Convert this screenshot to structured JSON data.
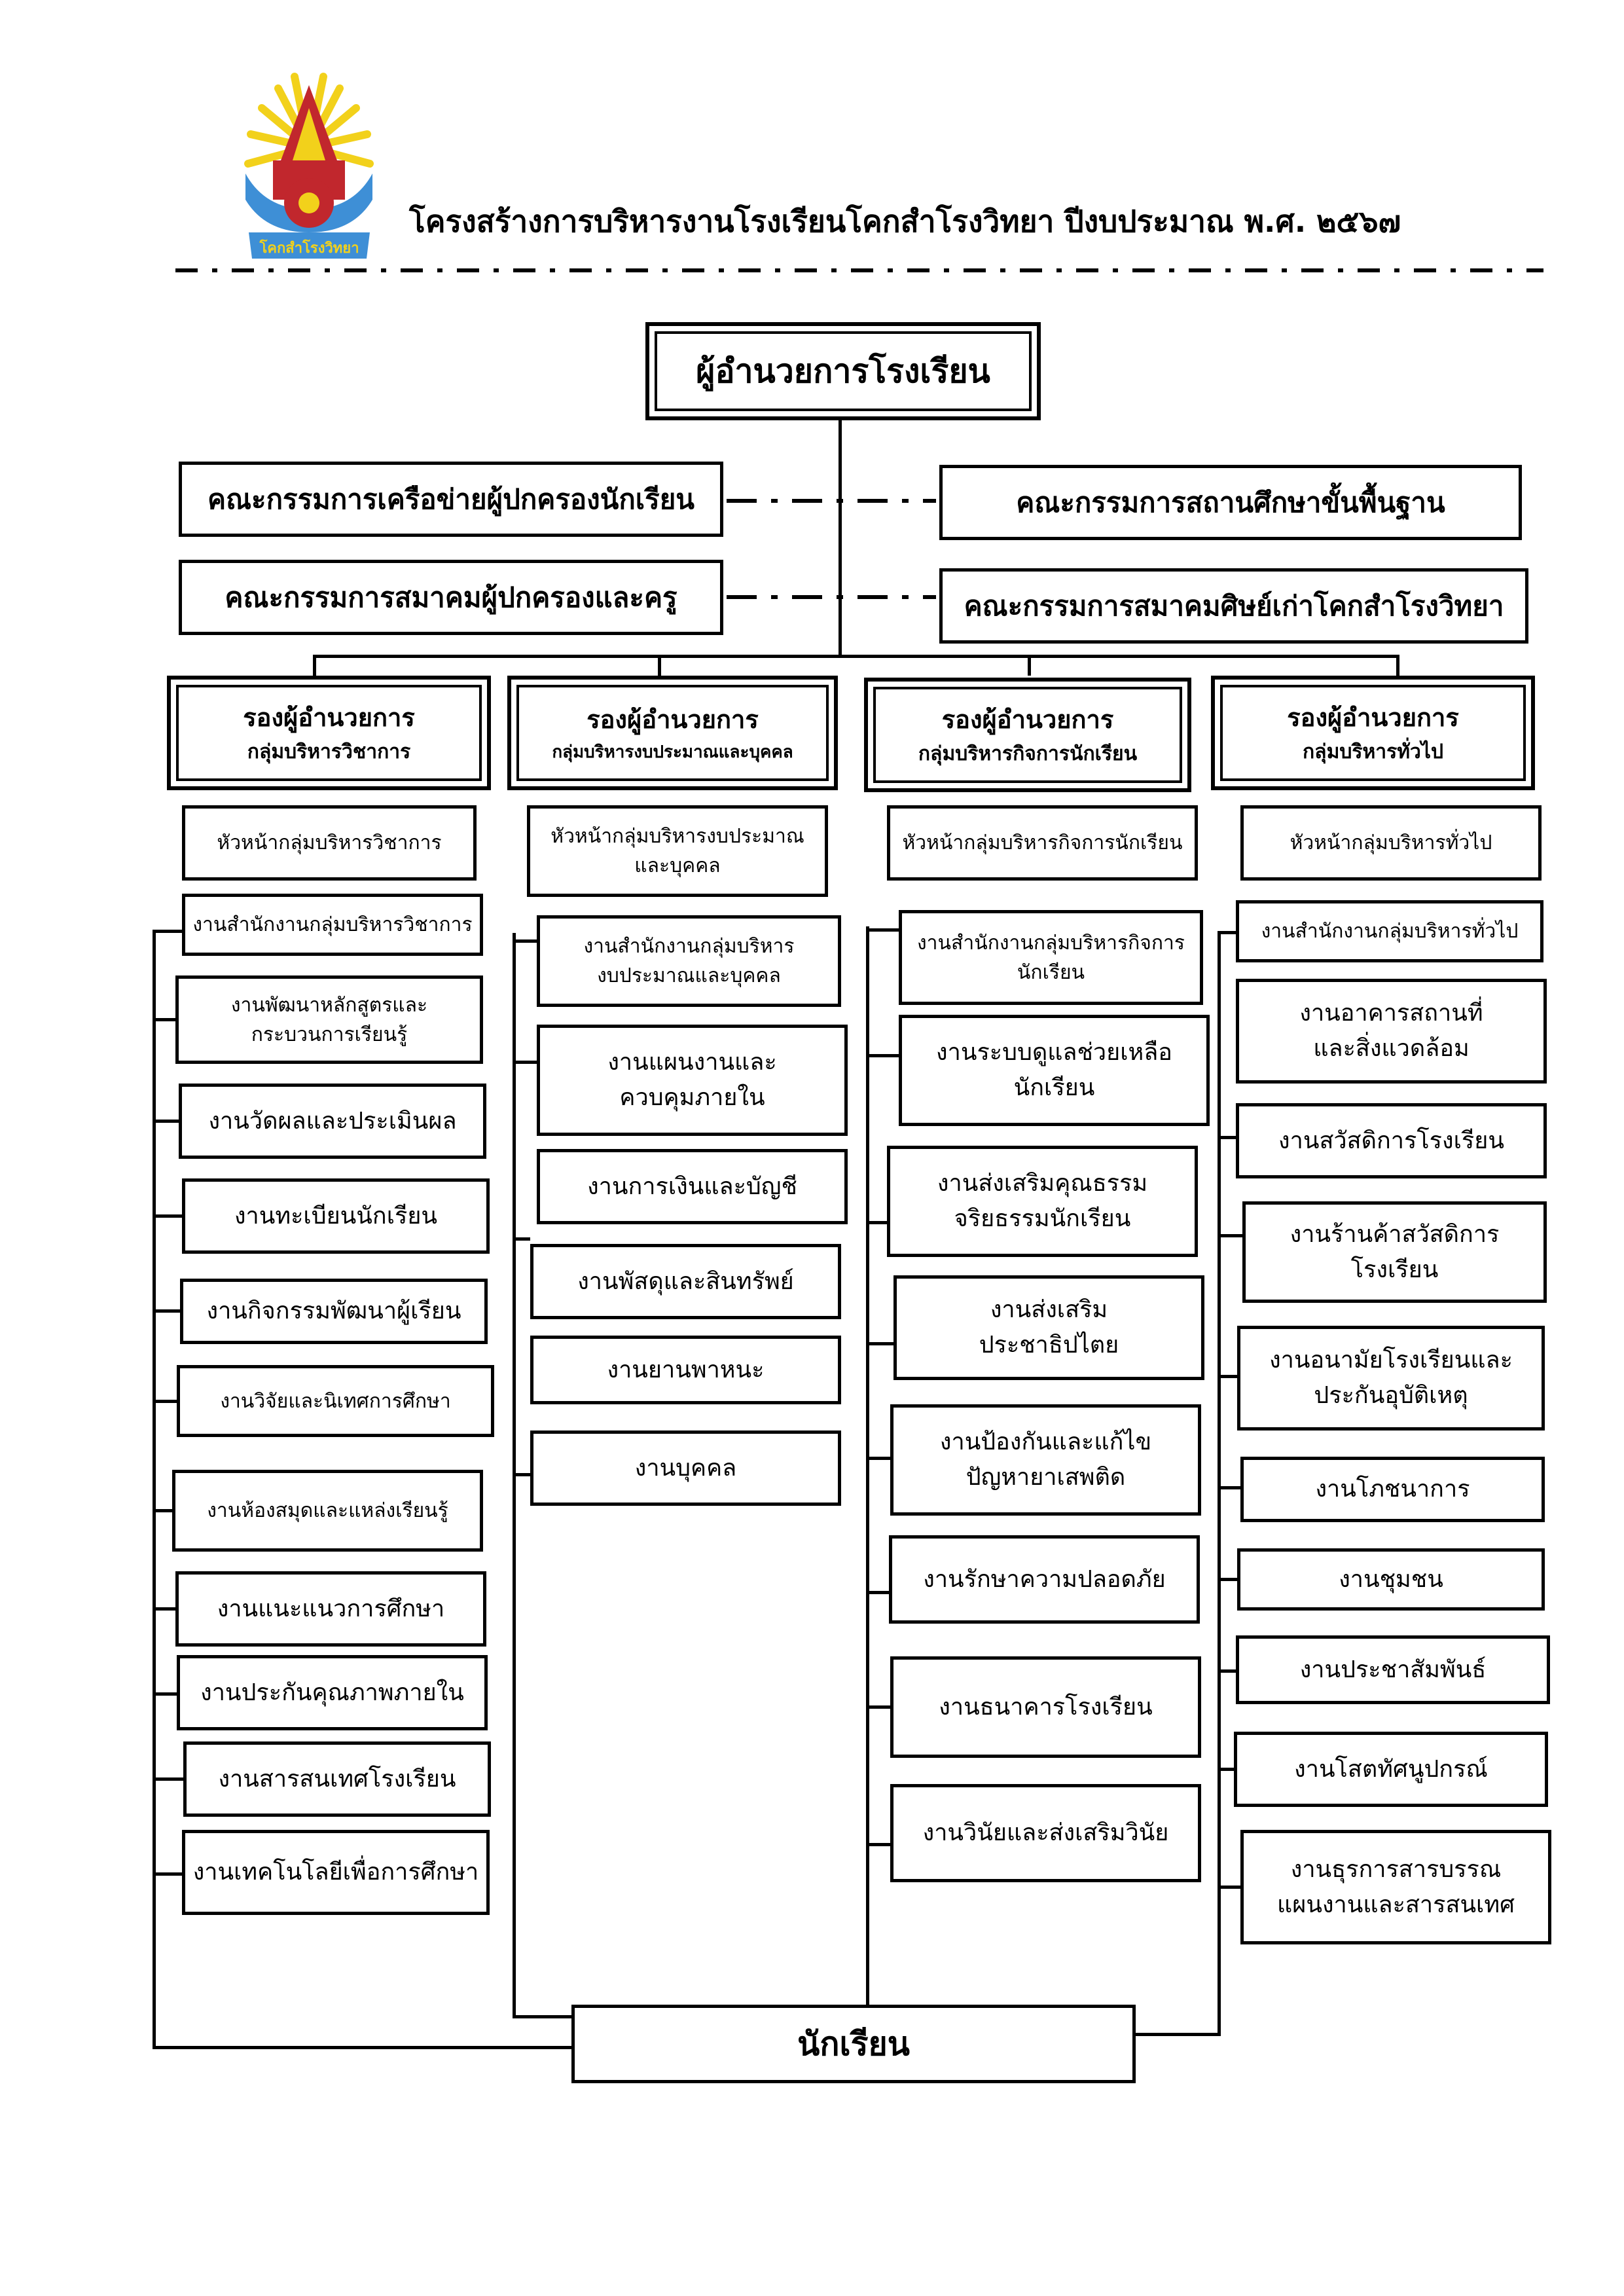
{
  "title": "โครงสร้างการบริหารงานโรงเรียนโคกสำโรงวิทยา ปีงบประมาณ พ.ศ. ๒๕๖๗",
  "logo": {
    "icon": "school-emblem-icon",
    "banner_text": "โคกสำโรงวิทยา",
    "colors": {
      "gold": "#F2D11B",
      "red": "#C1272D",
      "blue": "#3E8FD6"
    }
  },
  "director": "ผู้อำนวยการโรงเรียน",
  "committees": {
    "parent_network": "คณะกรรมการเครือข่ายผู้ปกครองนักเรียน",
    "parent_teacher": "คณะกรรมการสมาคมผู้ปกครองและครู",
    "basic_education": "คณะกรรมการสถานศึกษาขั้นพื้นฐาน",
    "alumni": "คณะกรรมการสมาคมศิษย์เก่าโคกสำโรงวิทยา"
  },
  "departments": [
    {
      "deputy": "รองผู้อำนวยการ",
      "group": "กลุ่มบริหารวิชาการ",
      "head": "หัวหน้ากลุ่มบริหารวิชาการ",
      "items": [
        "งานสำนักงานกลุ่มบริหารวิชาการ",
        "งานพัฒนาหลักสูตรและ\nกระบวนการเรียนรู้",
        "งานวัดผลและประเมินผล",
        "งานทะเบียนนักเรียน",
        "งานกิจกรรมพัฒนาผู้เรียน",
        "งานวิจัยและนิเทศการศึกษา",
        "งานห้องสมุดและแหล่งเรียนรู้",
        "งานแนะแนวการศึกษา",
        "งานประกันคุณภาพภายใน",
        "งานสารสนเทศโรงเรียน",
        "งานเทคโนโลยีเพื่อการศึกษา"
      ]
    },
    {
      "deputy": "รองผู้อำนวยการ",
      "group": "กลุ่มบริหารงบประมาณและบุคคล",
      "head": "หัวหน้ากลุ่มบริหารงบประมาณ\nและบุคคล",
      "items": [
        "งานสำนักงานกลุ่มบริหาร\nงบประมาณและบุคคล",
        "งานแผนงานและ\nควบคุมภายใน",
        "งานการเงินและบัญชี",
        "งานพัสดุและสินทรัพย์",
        "งานยานพาหนะ",
        "งานบุคคล"
      ]
    },
    {
      "deputy": "รองผู้อำนวยการ",
      "group": "กลุ่มบริหารกิจการนักเรียน",
      "head": "หัวหน้ากลุ่มบริหารกิจการนักเรียน",
      "items": [
        "งานสำนักงานกลุ่มบริหารกิจการ\nนักเรียน",
        "งานระบบดูแลช่วยเหลือ\nนักเรียน",
        "งานส่งเสริมคุณธรรม\nจริยธรรมนักเรียน",
        "งานส่งเสริม\nประชาธิปไตย",
        "งานป้องกันและแก้ไข\nปัญหายาเสพติด",
        "งานรักษาความปลอดภัย",
        "งานธนาคารโรงเรียน",
        "งานวินัยและส่งเสริมวินัย"
      ]
    },
    {
      "deputy": "รองผู้อำนวยการ",
      "group": "กลุ่มบริหารทั่วไป",
      "head": "หัวหน้ากลุ่มบริหารทั่วไป",
      "items": [
        "งานสำนักงานกลุ่มบริหารทั่วไป",
        "งานอาคารสถานที่\nและสิ่งแวดล้อม",
        "งานสวัสดิการโรงเรียน",
        "งานร้านค้าสวัสดิการ\nโรงเรียน",
        "งานอนามัยโรงเรียนและ\nประกันอุบัติเหตุ",
        "งานโภชนาการ",
        "งานชุมชน",
        "งานประชาสัมพันธ์",
        "งานโสตทัศนูปกรณ์",
        "งานธุรการสารบรรณ\nแผนงานและสารสนเทศ"
      ]
    }
  ],
  "students": "นักเรียน"
}
